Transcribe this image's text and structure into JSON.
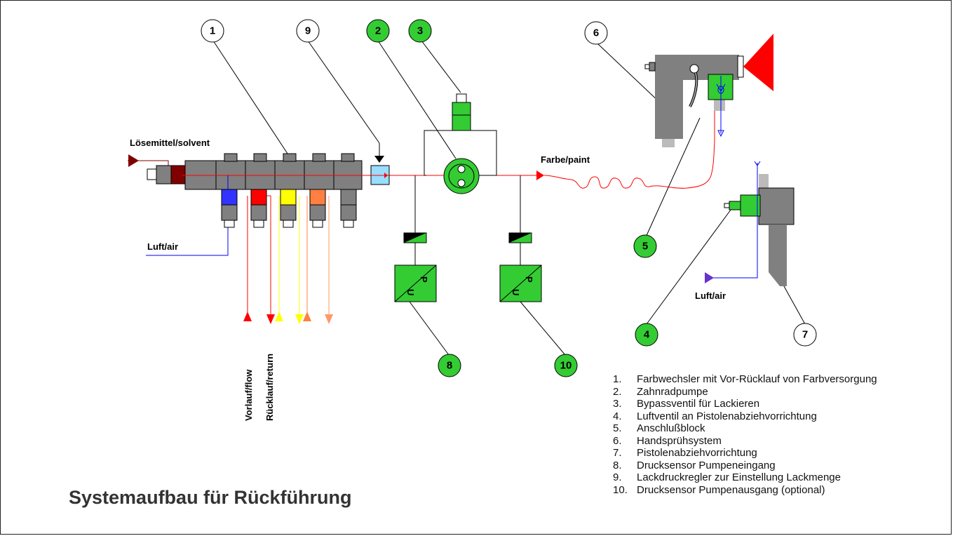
{
  "title": "Systemaufbau für Rückführung",
  "labels": {
    "solvent": "Lösemittel/solvent",
    "paint": "Farbe/paint",
    "air_left": "Luft/air",
    "air_right": "Luft/air",
    "flow": "Vorlauf/flow",
    "return": "Rücklauf/return",
    "pu_top": "P",
    "pu_bottom": "U"
  },
  "callouts": {
    "c1": "1",
    "c2": "2",
    "c3": "3",
    "c4": "4",
    "c5": "5",
    "c6": "6",
    "c7": "7",
    "c8": "8",
    "c9": "9",
    "c10": "10"
  },
  "legend": [
    {
      "num": "1.",
      "text": "Farbwechsler mit Vor-Rücklauf von Farbversorgung"
    },
    {
      "num": "2.",
      "text": "Zahnradpumpe"
    },
    {
      "num": "3.",
      "text": "Bypassventil für Lackieren"
    },
    {
      "num": "4.",
      "text": "Luftventil an Pistolenabziehvorrichtung"
    },
    {
      "num": "5.",
      "text": "Anschlußblock"
    },
    {
      "num": "6.",
      "text": "Handsprühsystem"
    },
    {
      "num": "7.",
      "text": "Pistolenabziehvorrichtung"
    },
    {
      "num": "8.",
      "text": "Drucksensor Pumpeneingang"
    },
    {
      "num": "9.",
      "text": "Lackdruckregler zur Einstellung Lackmenge"
    },
    {
      "num": "10.",
      "text": "Drucksensor Pumpenausgang (optional)"
    }
  ],
  "colors": {
    "green": "#33cc33",
    "gray": "#808080",
    "paint_line": "#ff0000",
    "air_line": "#0000ff",
    "solvent": "#800000",
    "yellow": "#ffff00",
    "orange": "#ff8040",
    "light_orange": "#ff9966"
  }
}
